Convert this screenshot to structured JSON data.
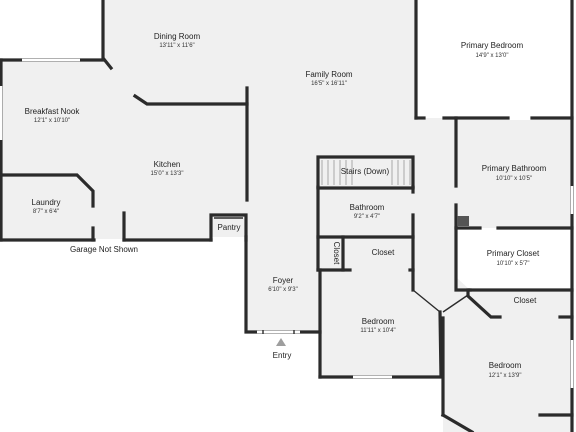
{
  "rooms": {
    "dining": {
      "name": "Dining Room",
      "dim": "13'11\" x 11'6\""
    },
    "family": {
      "name": "Family Room",
      "dim": "16'5\" x 16'11\""
    },
    "primary_bed": {
      "name": "Primary Bedroom",
      "dim": "14'9\" x 13'0\""
    },
    "nook": {
      "name": "Breakfast Nook",
      "dim": "12'1\" x 10'10\""
    },
    "kitchen": {
      "name": "Kitchen",
      "dim": "15'0\" x 13'3\""
    },
    "primary_bath": {
      "name": "Primary Bathroom",
      "dim": "10'10\" x 10'5\""
    },
    "laundry": {
      "name": "Laundry",
      "dim": "8'7\" x 6'4\""
    },
    "stairs": {
      "name": "Stairs (Down)"
    },
    "bathroom": {
      "name": "Bathroom",
      "dim": "9'2\" x 4'7\""
    },
    "pantry": {
      "name": "Pantry"
    },
    "closet_small": {
      "name": "Closet"
    },
    "closet_mid": {
      "name": "Closet"
    },
    "primary_closet": {
      "name": "Primary Closet",
      "dim": "10'10\" x 5'7\""
    },
    "closet_right": {
      "name": "Closet"
    },
    "foyer": {
      "name": "Foyer",
      "dim": "6'10\" x 9'3\""
    },
    "bedroom_mid": {
      "name": "Bedroom",
      "dim": "11'11\" x 10'4\""
    },
    "bedroom_right": {
      "name": "Bedroom",
      "dim": "12'1\" x 13'9\""
    }
  },
  "labels": {
    "garage": "Garage Not Shown",
    "entry": "Entry"
  },
  "colors": {
    "floor": "#f0f0f0",
    "wall": "#2b2b2b",
    "entry_marker": "#9e9e9e"
  }
}
